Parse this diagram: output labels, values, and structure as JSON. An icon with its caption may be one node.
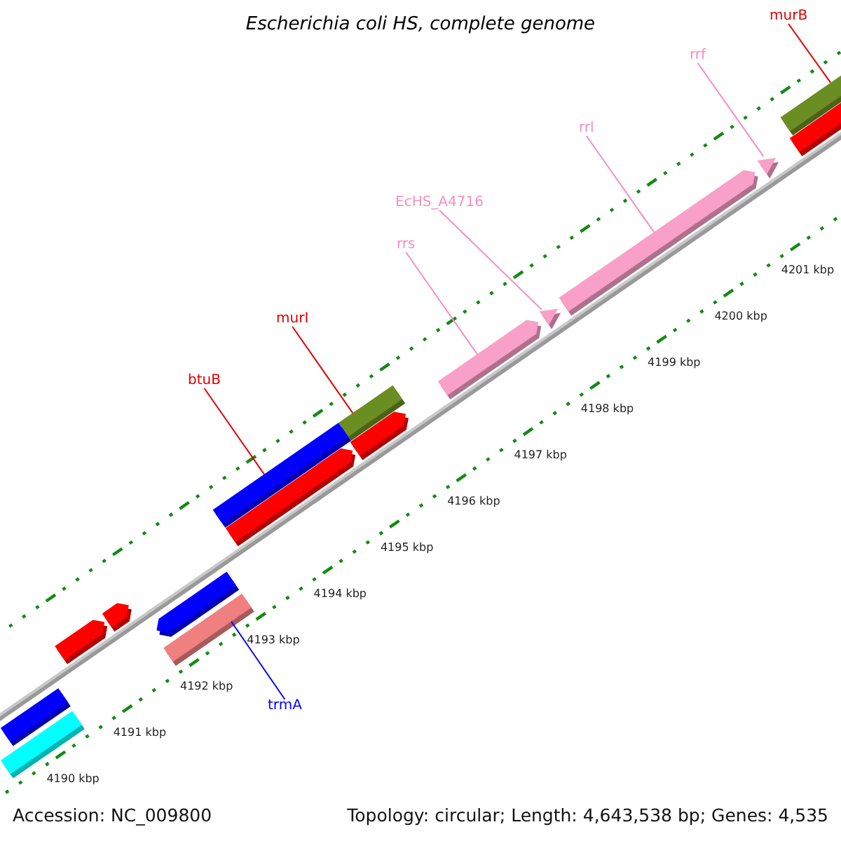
{
  "diagram": {
    "title": "Escherichia coli HS, complete genome",
    "nodes": [
      {
        "text": [
          "murB"
        ]
      },
      {
        "text": [],
        "shape": "bar"
      },
      {
        "text": [
          "rrf"
        ]
      },
      {
        "text": [],
        "shape": "triangle"
      },
      {
        "text": [
          "rrl"
        ]
      },
      {
        "text": [],
        "shape": "bar"
      },
      {
        "text": [
          "EcHS_A4716"
        ]
      },
      {
        "text": [],
        "shape": "triangle"
      },
      {
        "text": [
          "rrs"
        ]
      },
      {
        "text": [],
        "shape": "bar"
      },
      {
        "text": [
          "murI"
        ]
      },
      {
        "text": [],
        "shape": "bar"
      },
      {
        "text": [
          "btuB"
        ]
      },
      {
        "text": [],
        "shape": "bar"
      },
      {
        "text": [
          "trmA"
        ]
      },
      {
        "text": [],
        "shape": "bar"
      },
      {
        "text": [],
        "shape": "bar"
      },
      {
        "text": [],
        "shape": "bar"
      },
      {
        "text": [],
        "shape": "bar"
      },
      {
        "text": [],
        "shape": "bar"
      },
      {
        "text": [],
        "shape": "bar"
      },
      {
        "text": [],
        "shape": "bar"
      },
      {
        "text": [],
        "shape": "bar"
      },
      {
        "text": [],
        "shape": "bar"
      }
    ],
    "edges": [
      {
        "from": 0,
        "to": 1,
        "arrow": "none",
        "color": "#e00000"
      },
      {
        "from": 2,
        "to": 3,
        "arrow": "none"
      },
      {
        "from": 4,
        "to": 5,
        "arrow": "none"
      },
      {
        "from": 6,
        "to": 7,
        "arrow": "none"
      },
      {
        "from": 8,
        "to": 9,
        "arrow": "none"
      },
      {
        "from": 10,
        "to": 11,
        "arrow": "none",
        "color": "#e00000"
      },
      {
        "from": 12,
        "to": 13,
        "arrow": "none",
        "color": "#e00000"
      },
      {
        "from": 14,
        "to": 15,
        "arrow": "none",
        "color": "#0000ff"
      }
    ],
    "labels": [
      "4201 kbp",
      "4200 kbp",
      "4199 kbp",
      "4198 kbp",
      "4197 kbp",
      "4196 kbp",
      "4195 kbp",
      "4194 kbp",
      "4193 kbp",
      "4192 kbp",
      "4191 kbp",
      "4190 kbp",
      "Accession: NC_009800",
      "Topology: circular; Length: 4,643,538 bp; Genes: 4,535"
    ]
  }
}
